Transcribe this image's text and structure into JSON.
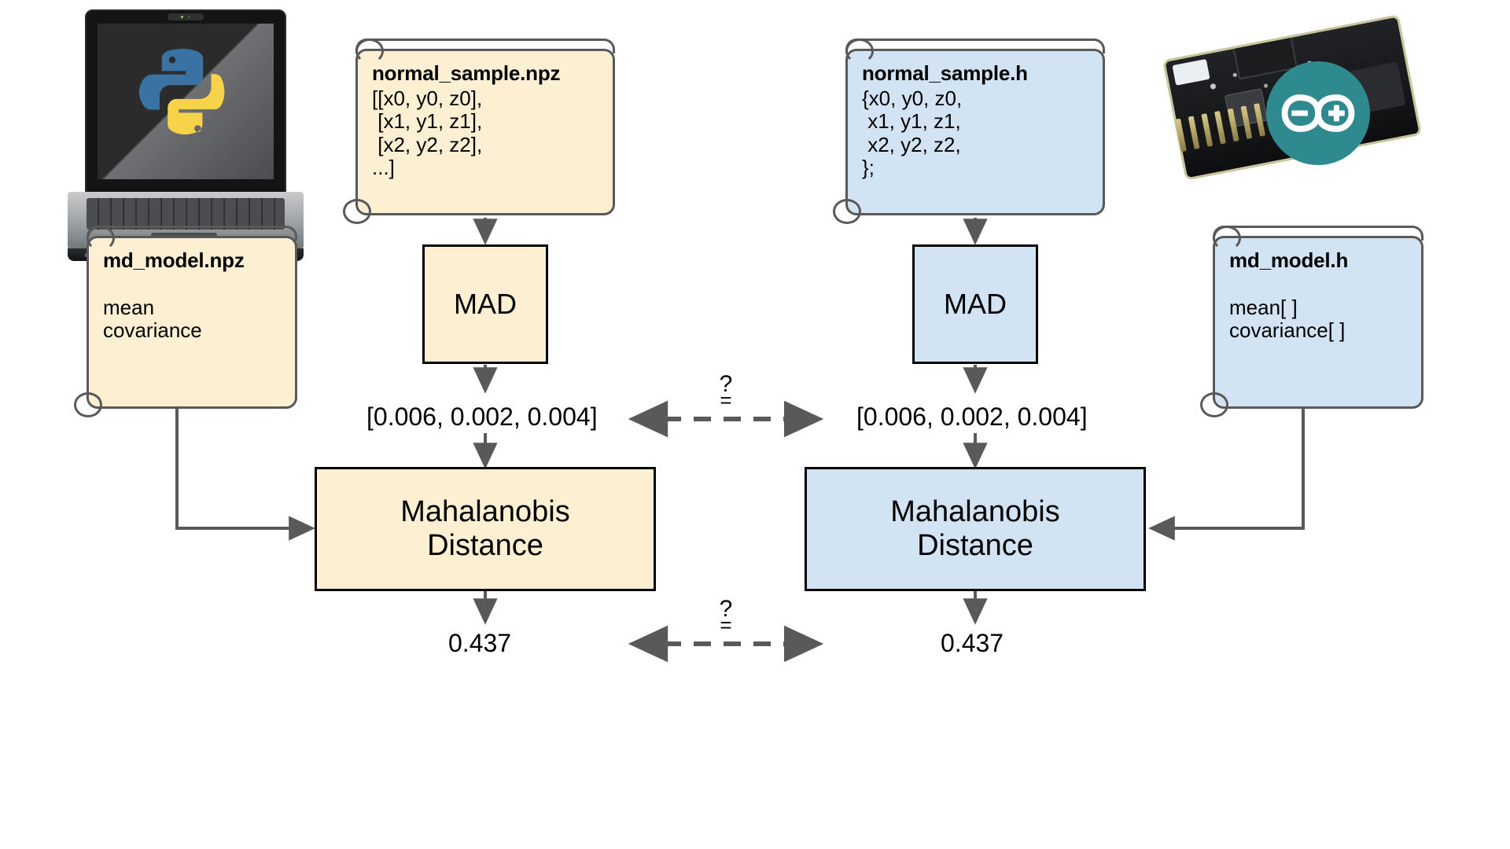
{
  "diagram": {
    "title": "Python vs Arduino Mahalanobis Distance verification pipeline",
    "colors": {
      "python_side_fill": "#fcefd2",
      "arduino_side_fill": "#d2e3f3",
      "note_border": "#595959",
      "box_border": "#000000",
      "arrow": "#595959",
      "python_blue": "#3b72a4",
      "python_yellow": "#f7d349",
      "arduino_teal": "#2e8a8f"
    },
    "left_column": {
      "platform_icon": "python-laptop-icon",
      "sample_note": {
        "title": "normal_sample.npz",
        "body": "[[x0, y0, z0],\n [x1, y1, z1],\n [x2, y2, z2],\n...]"
      },
      "model_note": {
        "title": "md_model.npz",
        "body": "mean\ncovariance"
      },
      "mad_box": "MAD",
      "mad_output": "[0.006, 0.002, 0.004]",
      "mahalanobis_box": "Mahalanobis\nDistance",
      "mahalanobis_box_line1": "Mahalanobis",
      "mahalanobis_box_line2": "Distance",
      "final_output": "0.437"
    },
    "right_column": {
      "platform_icon": "arduino-board-icon",
      "sample_note": {
        "title": "normal_sample.h",
        "body": "{x0, y0, z0,\n x1, y1, z1,\n x2, y2, z2,\n};"
      },
      "model_note": {
        "title": "md_model.h",
        "body": "mean[ ]\ncovariance[ ]"
      },
      "mad_box": "MAD",
      "mad_output": "[0.006, 0.002, 0.004]",
      "mahalanobis_box_line1": "Mahalanobis",
      "mahalanobis_box_line2": "Distance",
      "final_output": "0.437"
    },
    "comparisons": [
      {
        "question_mark": "?",
        "equals": "=",
        "name": "mad-output-comparison"
      },
      {
        "question_mark": "?",
        "equals": "=",
        "name": "distance-comparison"
      }
    ]
  }
}
